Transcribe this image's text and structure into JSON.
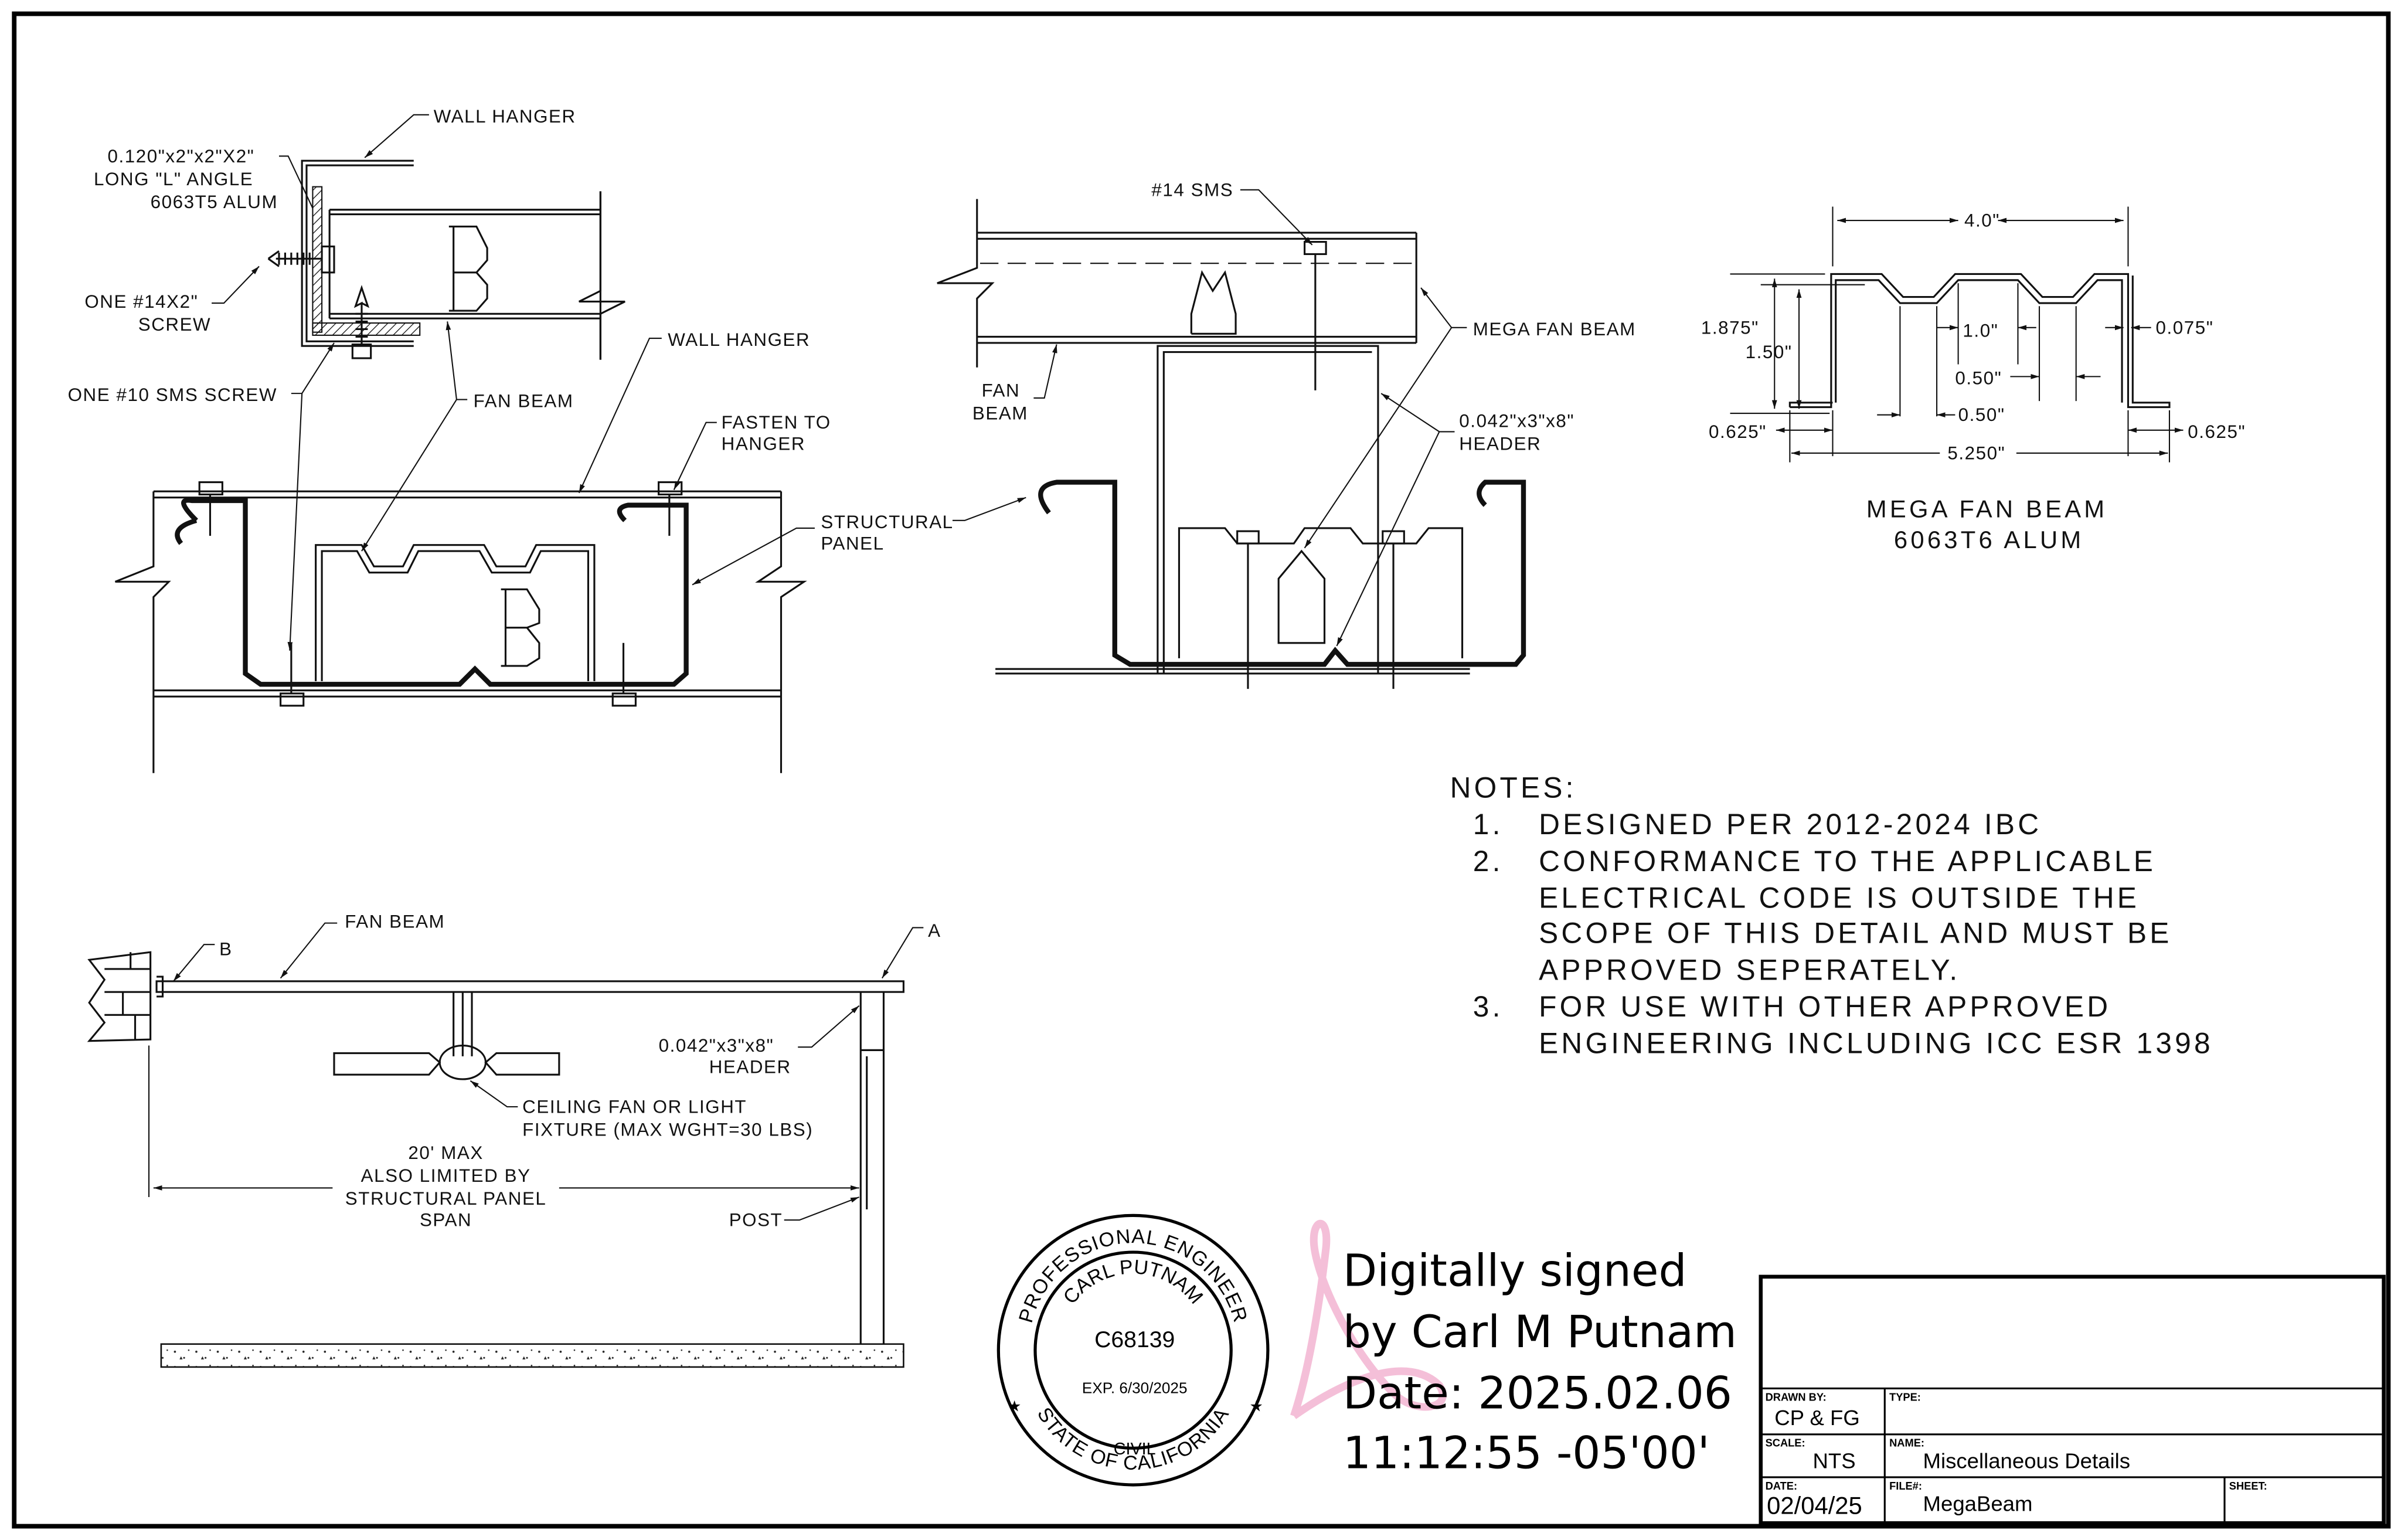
{
  "detail_wall_hanger": {
    "wall_hanger": "WALL HANGER",
    "angle_line1": "0.120\"x2\"x2\"X2\"",
    "angle_line2": "LONG \"L\" ANGLE",
    "angle_line3": "6063T5 ALUM",
    "screw14_line1": "ONE #14X2\"",
    "screw14_line2": "SCREW",
    "screw10": "ONE #10 SMS SCREW",
    "fan_beam": "FAN BEAM",
    "wall_hanger_2": "WALL HANGER",
    "fasten_line1": "FASTEN TO",
    "fasten_line2": "HANGER",
    "beam_mark": "B"
  },
  "detail_header": {
    "sms14": "#14 SMS",
    "fan_beam_line1": "FAN",
    "fan_beam_line2": "BEAM",
    "mega_fan_beam": "MEGA FAN BEAM",
    "header_line1": "0.042\"x3\"x8\"",
    "header_line2": "HEADER",
    "structural_line1": "STRUCTURAL",
    "structural_line2": "PANEL",
    "beam_mark": "A"
  },
  "profile": {
    "dim_top": "4.0\"",
    "dim_height_total": "1.875\"",
    "dim_height_inner": "1.50\"",
    "dim_center": "1.0\"",
    "dim_thickness": "0.075\"",
    "dim_groove_1": "0.50\"",
    "dim_groove_2": "0.50\"",
    "dim_flange_left": "0.625\"",
    "dim_flange_right": "0.625\"",
    "dim_bottom": "5.250\"",
    "title_line1": "MEGA FAN BEAM",
    "title_line2": "6063T6 ALUM"
  },
  "notes": {
    "heading": "NOTES:",
    "items": [
      {
        "num": "1.",
        "lines": [
          "DESIGNED PER 2012-2024 IBC"
        ]
      },
      {
        "num": "2.",
        "lines": [
          "CONFORMANCE TO THE APPLICABLE",
          "ELECTRICAL CODE IS OUTSIDE THE",
          "SCOPE OF THIS DETAIL AND MUST BE",
          "APPROVED SEPERATELY."
        ]
      },
      {
        "num": "3.",
        "lines": [
          "FOR USE WITH OTHER APPROVED",
          "ENGINEERING INCLUDING ICC ESR 1398"
        ]
      }
    ]
  },
  "elevation": {
    "fan_beam": "FAN BEAM",
    "mark_b": "B",
    "mark_a": "A",
    "header_line1": "0.042\"x3\"x8\"",
    "header_line2": "HEADER",
    "fixture_line1": "CEILING FAN OR LIGHT",
    "fixture_line2": "FIXTURE (MAX WGHT=30 LBS)",
    "span_line1": "20' MAX",
    "span_line2": "ALSO LIMITED BY",
    "span_line3": "STRUCTURAL PANEL",
    "span_line4": "SPAN",
    "post": "POST"
  },
  "stamp": {
    "outer_top": "PROFESSIONAL ENGINEER",
    "name": "CARL PUTNAM",
    "license": "C68139",
    "expiration": "EXP. 6/30/2025",
    "discipline": "CIVIL",
    "outer_bottom": "STATE OF CALIFORNIA"
  },
  "signature": {
    "line1": "Digitally signed",
    "line2": "by Carl M Putnam",
    "line3": "Date: 2025.02.06",
    "line4": "11:12:55 -05'00'",
    "ribbon_color": "#f4bfd8"
  },
  "title_block": {
    "drawn_by_label": "DRAWN BY:",
    "drawn_by": "CP & FG",
    "type_label": "TYPE:",
    "type": "",
    "scale_label": "SCALE:",
    "scale": "NTS",
    "name_label": "NAME:",
    "name": "Miscellaneous Details",
    "date_label": "DATE:",
    "date": "02/04/25",
    "file_label": "FILE#:",
    "file": "MegaBeam",
    "sheet_label": "SHEET:",
    "sheet": ""
  }
}
